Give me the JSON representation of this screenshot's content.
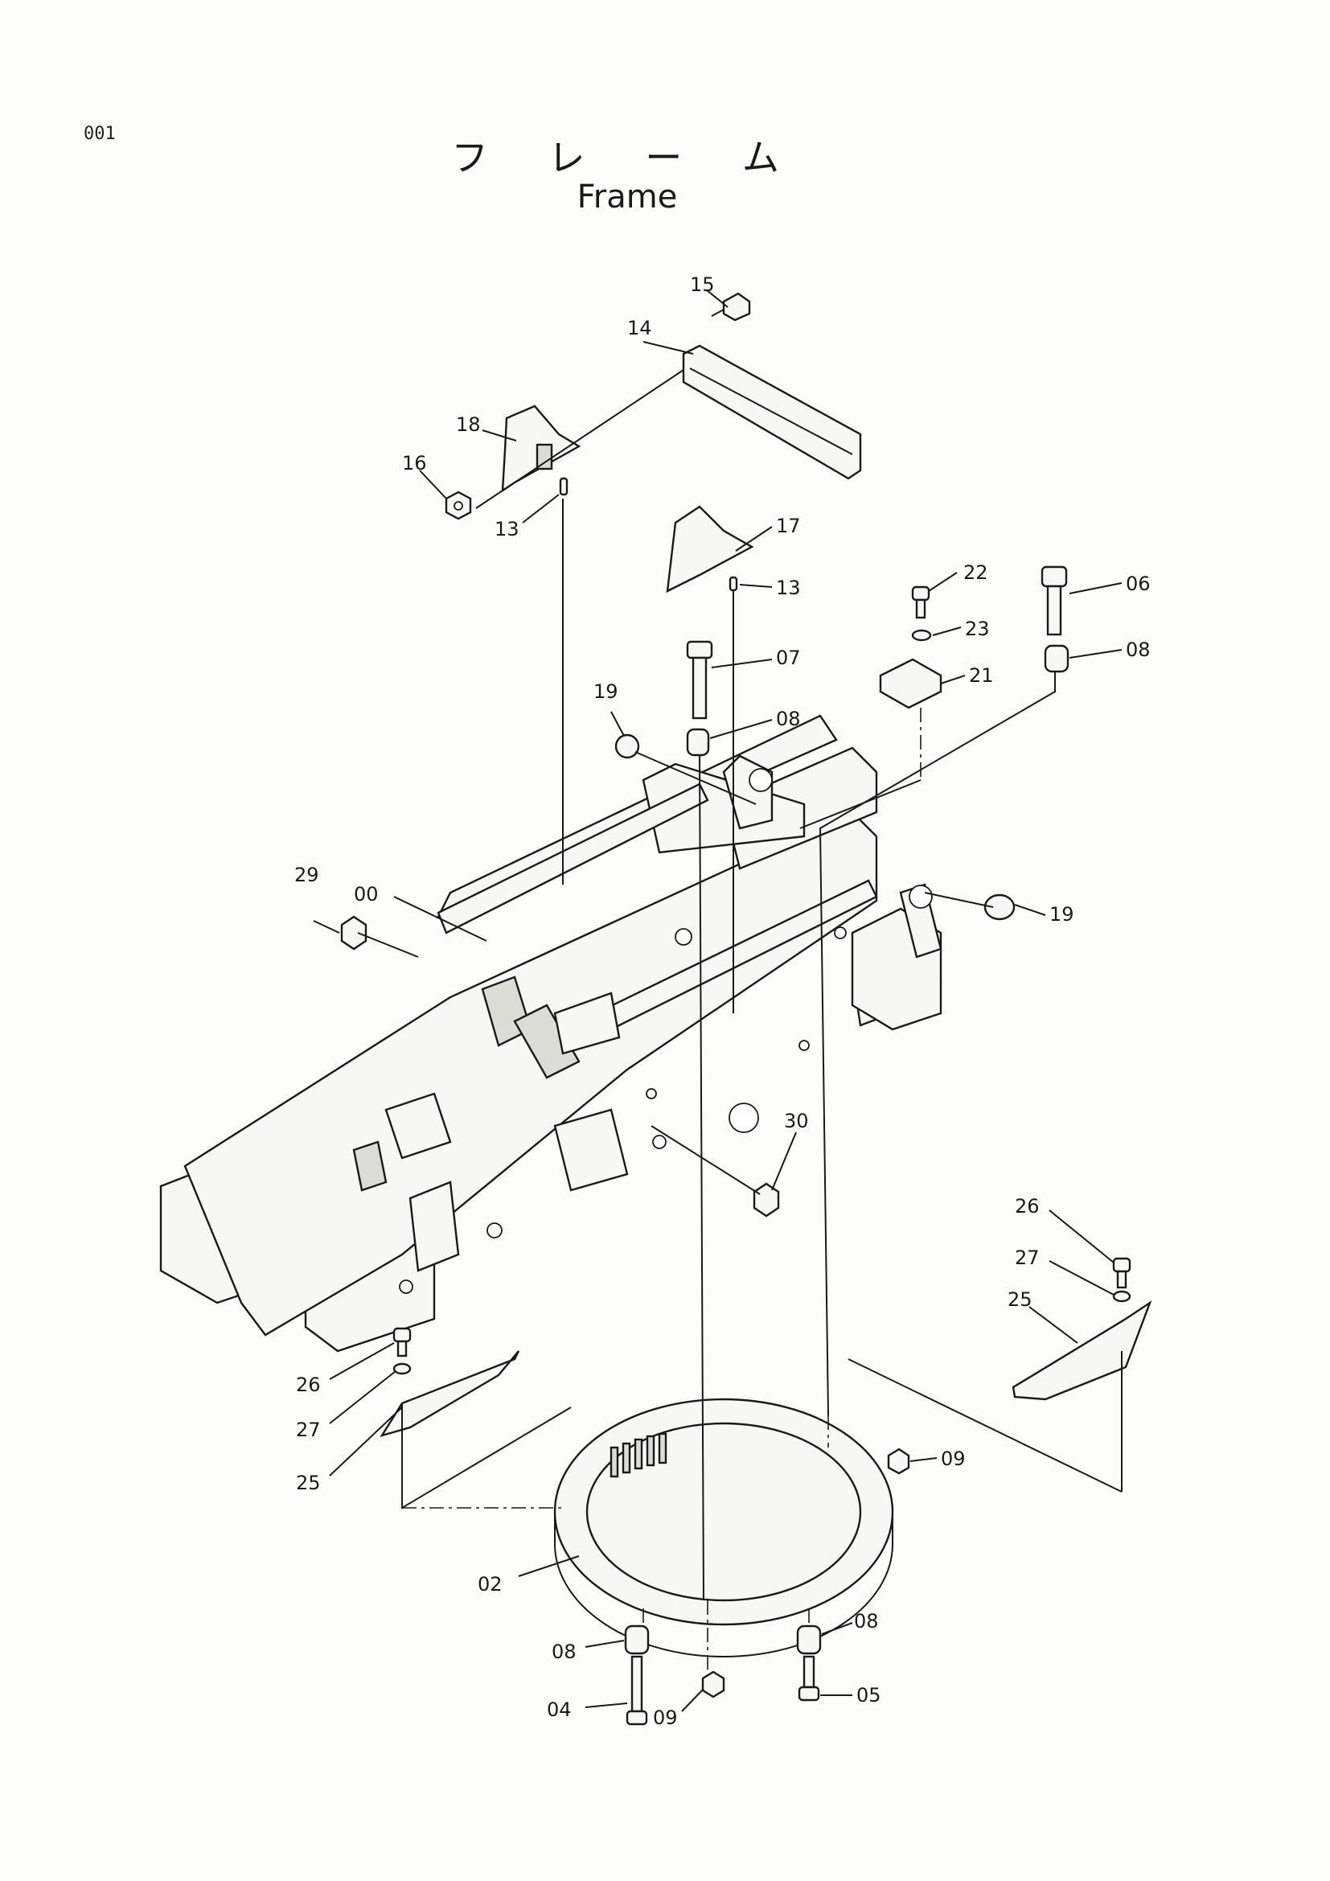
{
  "page_number": "001",
  "title_ja": "フ レ ー ム",
  "title_en": "Frame",
  "callouts": [
    "15",
    "14",
    "18",
    "16",
    "13",
    "17",
    "13",
    "22",
    "06",
    "23",
    "08",
    "07",
    "21",
    "19",
    "08",
    "29",
    "00",
    "19",
    "30",
    "26",
    "27",
    "25",
    "26",
    "27",
    "25",
    "09",
    "02",
    "08",
    "08",
    "04",
    "09",
    "05"
  ]
}
